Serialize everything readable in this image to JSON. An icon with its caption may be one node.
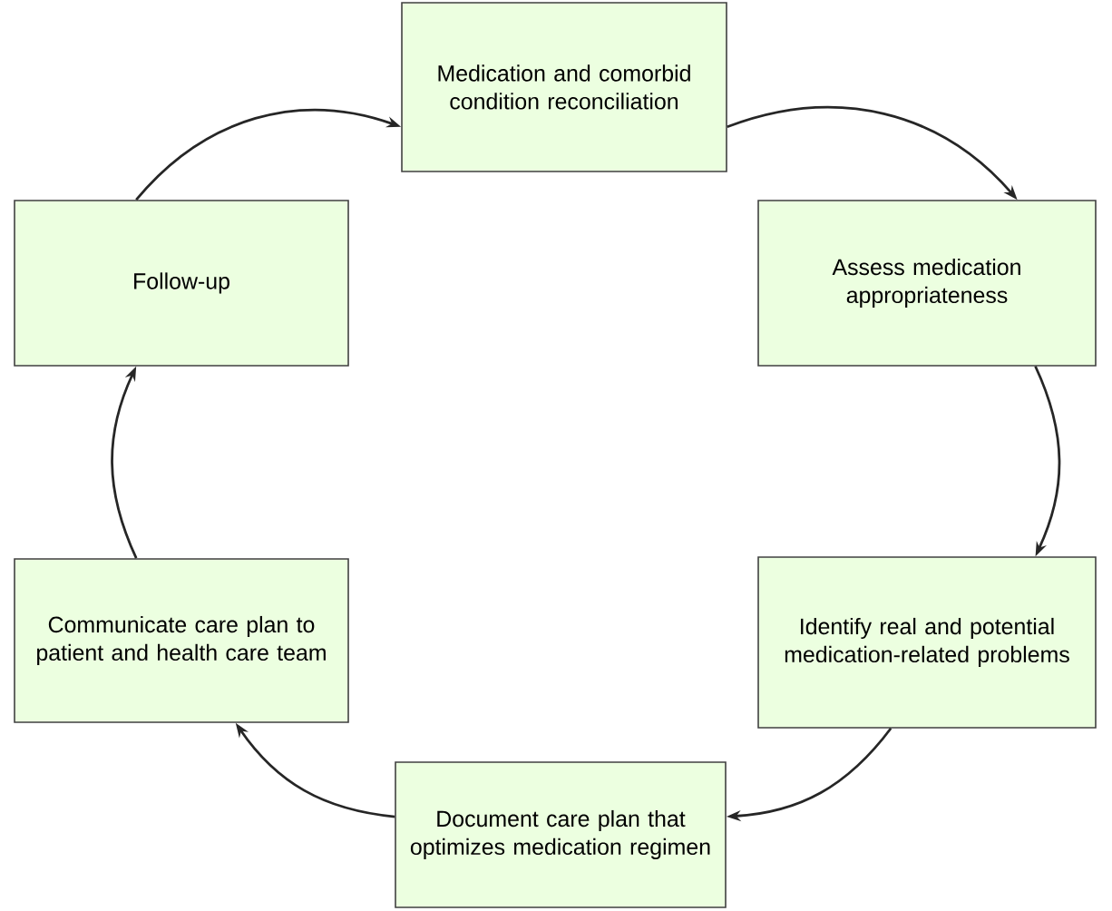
{
  "diagram": {
    "nodes": [
      {
        "text": [
          "Medication and comorbid condition reconciliation"
        ]
      },
      {
        "text": [
          "Assess medication appropriateness"
        ]
      },
      {
        "text": [
          "Identify real and potential medication-related problems"
        ]
      },
      {
        "text": [
          "Document care plan that optimizes medication regimen"
        ]
      },
      {
        "text": [
          "Communicate care plan to patient and health care team"
        ]
      },
      {
        "text": [
          "Follow-up"
        ]
      }
    ],
    "edges": [
      {
        "from": 0,
        "to": 1,
        "arrow": "to"
      },
      {
        "from": 1,
        "to": 2,
        "arrow": "to"
      },
      {
        "from": 2,
        "to": 3,
        "arrow": "to"
      },
      {
        "from": 3,
        "to": 4,
        "arrow": "to"
      },
      {
        "from": 4,
        "to": 5,
        "arrow": "to"
      },
      {
        "from": 5,
        "to": 0,
        "arrow": "to"
      }
    ]
  }
}
